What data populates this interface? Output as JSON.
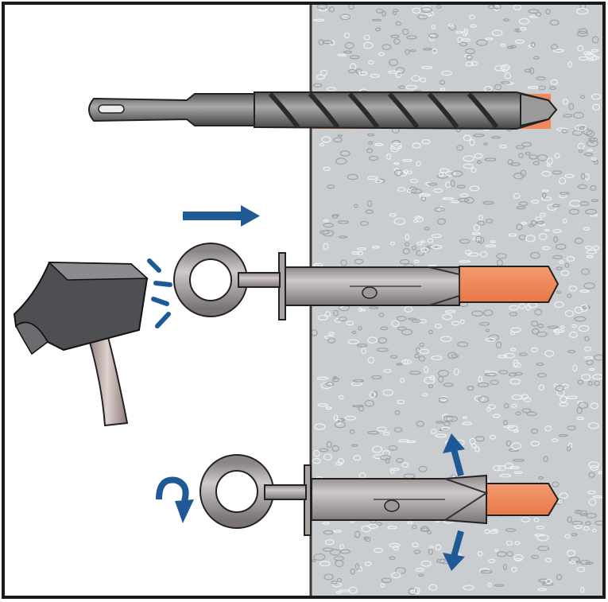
{
  "colors": {
    "frame": "#1a1a1a",
    "concrete": "#c9cdd0",
    "concrete_speckle": "#eef0f2",
    "hole_orange": "#f08a5d",
    "steel": "#b9b3b3",
    "steel_dark": "#6f6a6a",
    "arrow_blue": "#1f5a96",
    "hammer_head": "#4d4f52",
    "handle": "#c9b9b5"
  },
  "steps": [
    {
      "name": "drill-hole",
      "icon": "drill-bit-icon"
    },
    {
      "name": "hammer-in-anchor",
      "icon": "hammer-icon",
      "arrow": "arrow-right-icon"
    },
    {
      "name": "turn-eye-bolt-to-expand",
      "icon": "rotate-arrow-icon",
      "arrow": "expand-arrows-icon"
    }
  ]
}
